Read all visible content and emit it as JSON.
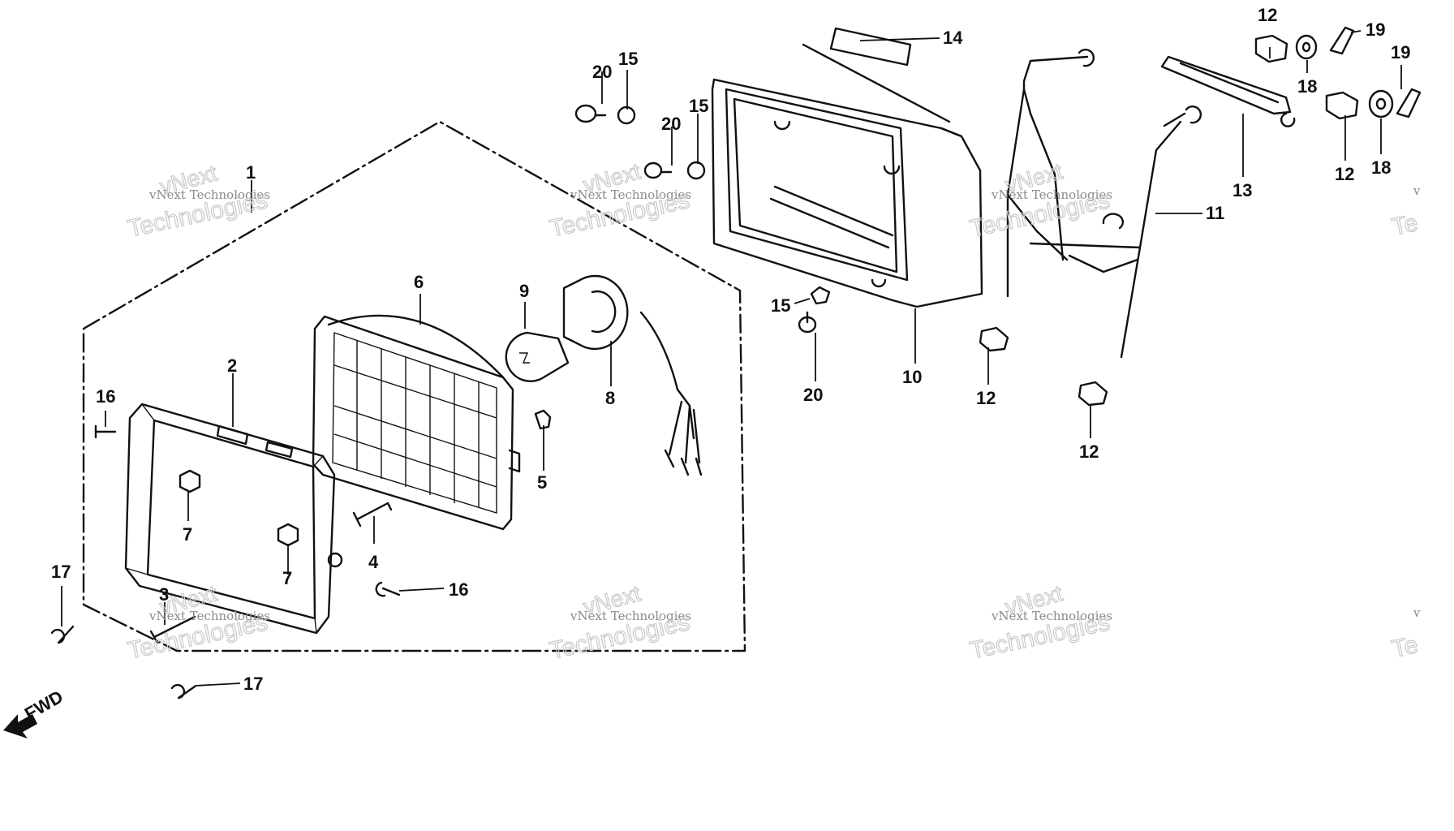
{
  "callouts": {
    "c1": "1",
    "c2": "2",
    "c3": "3",
    "c4": "4",
    "c5": "5",
    "c6": "6",
    "c7a": "7",
    "c7b": "7",
    "c8": "8",
    "c9": "9",
    "c10": "10",
    "c11": "11",
    "c12a": "12",
    "c12b": "12",
    "c12c": "12",
    "c12d": "12",
    "c13": "13",
    "c14": "14",
    "c15a": "15",
    "c15b": "15",
    "c15c": "15",
    "c16a": "16",
    "c16b": "16",
    "c17a": "17",
    "c17b": "17",
    "c18a": "18",
    "c18b": "18",
    "c19a": "19",
    "c19b": "19",
    "c20a": "20",
    "c20b": "20",
    "c20c": "20"
  },
  "watermark": {
    "line1": "vNext Technologies",
    "line2": "vNext",
    "line3": "Technologies",
    "edge1": "v",
    "edge2": "Te"
  },
  "direction_label": "FWD"
}
